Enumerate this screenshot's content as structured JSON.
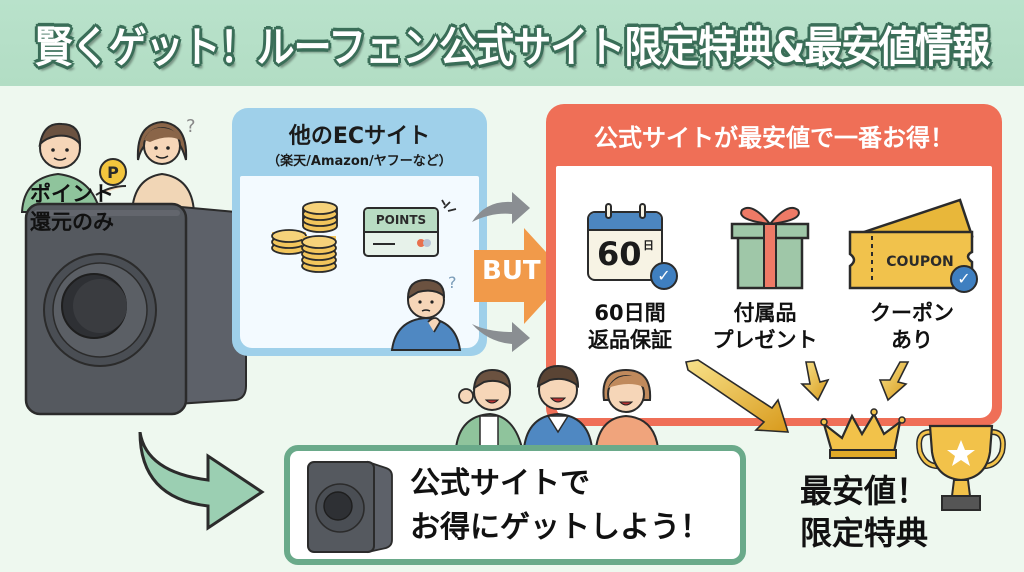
{
  "header": {
    "title": "賢くゲット！ルーフェン公式サイト限定特典&最安値情報"
  },
  "other_ec": {
    "title": "他のECサイト",
    "subtitle": "（楽天/Amazon/ヤフーなど）",
    "card_label": "POINTS",
    "points_text_line1": "ポイント",
    "points_text_line2": "還元のみ",
    "icons": [
      "coins-icon",
      "points-card-icon",
      "confused-person-icon"
    ]
  },
  "transition": {
    "but_label": "BUT"
  },
  "official": {
    "title": "公式サイトが最安値で一番お得！",
    "features": [
      {
        "icon": "calendar-icon",
        "icon_text": "60",
        "icon_subtext": "日",
        "line1": "60日間",
        "line2": "返品保証",
        "checked": true
      },
      {
        "icon": "gift-icon",
        "line1": "付属品",
        "line2": "プレゼント",
        "checked": false
      },
      {
        "icon": "coupon-icon",
        "icon_text": "COUPON",
        "line1": "クーポン",
        "line2": "あり",
        "checked": true
      }
    ]
  },
  "result": {
    "line1": "最安値！",
    "line2": "限定特典",
    "icons": [
      "crown-icon",
      "trophy-icon"
    ]
  },
  "cta": {
    "line1": "公式サイトで",
    "line2": "お得にゲットしよう！"
  },
  "colors": {
    "header_bg": "#b9e2cb",
    "page_bg": "#eef8ef",
    "ec_panel": "#9fd0ea",
    "official_panel": "#ef6f57",
    "but_arrow": "#f19a4a",
    "cta_border": "#6aaa8a",
    "check_badge": "#3f7fc0",
    "gold": "#f2c24a"
  }
}
